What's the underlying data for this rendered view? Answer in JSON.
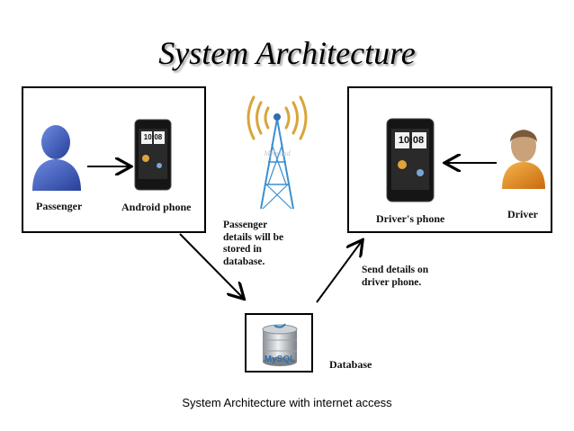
{
  "title": "System Architecture",
  "caption": "System Architecture with internet access",
  "nodes": {
    "passenger": "Passenger",
    "android_phone": "Android phone",
    "driver": "Driver",
    "drivers_phone": "Driver's phone",
    "database": "Database"
  },
  "notes": {
    "stored_line1": "Passenger",
    "stored_line2": "details will be",
    "stored_line3": "stored in",
    "stored_line4": "database.",
    "send_line1": "Send details on",
    "send_line2": "driver phone."
  },
  "phone_screen_text": "10:08",
  "db_logo_text": "MySQL",
  "tower_faint_text": "Mybrand",
  "colors": {
    "passenger": "#3f5fb8",
    "driver": "#e08a1c",
    "tower": "#3a8fd0",
    "signal": "#d9a53a"
  }
}
